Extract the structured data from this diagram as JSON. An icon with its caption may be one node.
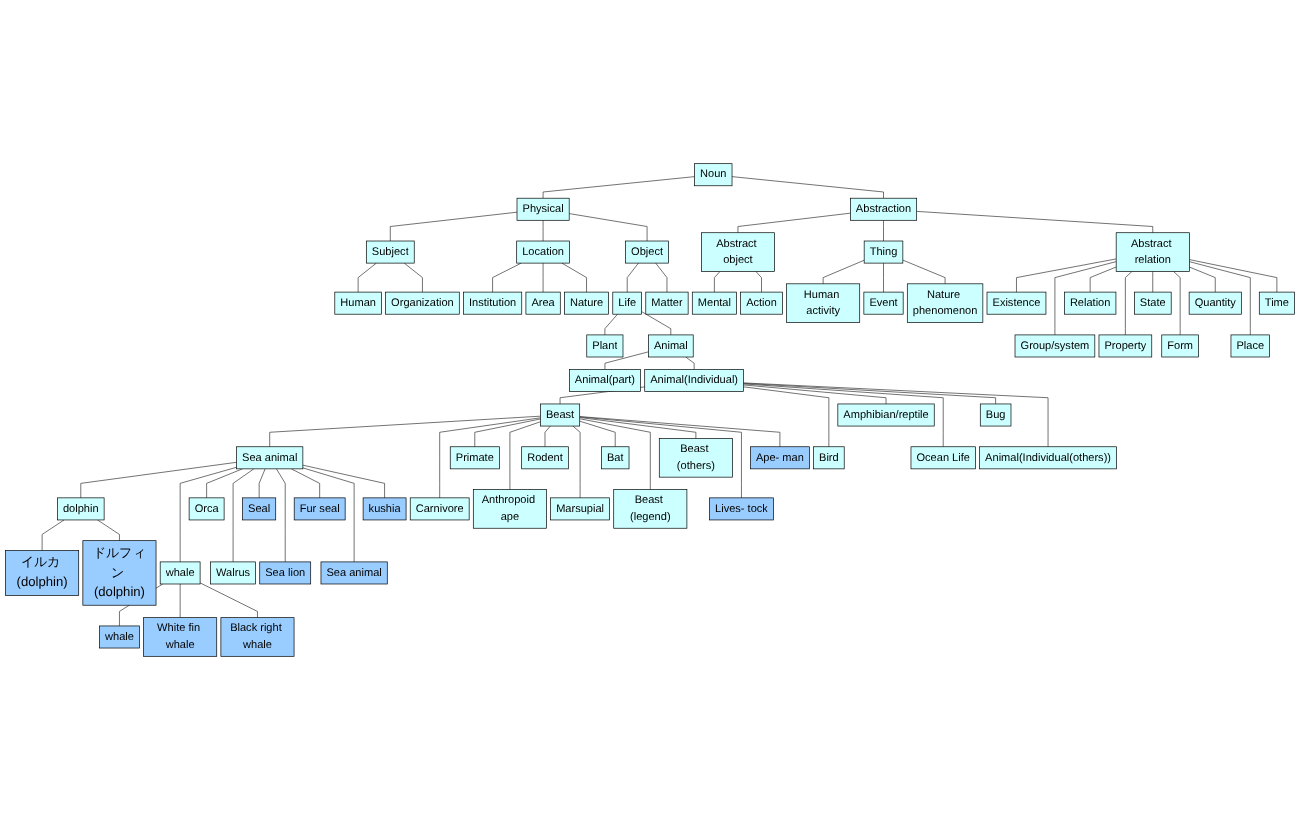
{
  "diagram": {
    "nodes": [
      {
        "text": [
          "Noun"
        ]
      },
      {
        "text": [
          "Physical"
        ]
      },
      {
        "text": [
          "Abstraction"
        ]
      },
      {
        "text": [
          "Subject"
        ]
      },
      {
        "text": [
          "Location"
        ]
      },
      {
        "text": [
          "Object"
        ]
      },
      {
        "text": [
          "Abstract object"
        ]
      },
      {
        "text": [
          "Thing"
        ]
      },
      {
        "text": [
          "Abstract relation"
        ]
      },
      {
        "text": [
          "Human"
        ]
      },
      {
        "text": [
          "Organization"
        ]
      },
      {
        "text": [
          "Institution"
        ]
      },
      {
        "text": [
          "Area"
        ]
      },
      {
        "text": [
          "Nature"
        ]
      },
      {
        "text": [
          "Life"
        ]
      },
      {
        "text": [
          "Matter"
        ]
      },
      {
        "text": [
          "Mental"
        ]
      },
      {
        "text": [
          "Action"
        ]
      },
      {
        "text": [
          "Human activity"
        ]
      },
      {
        "text": [
          "Event"
        ]
      },
      {
        "text": [
          "Nature phenomenon"
        ]
      },
      {
        "text": [
          "Existence"
        ]
      },
      {
        "text": [
          "Group/system"
        ]
      },
      {
        "text": [
          "Relation"
        ]
      },
      {
        "text": [
          "Property"
        ]
      },
      {
        "text": [
          "State"
        ]
      },
      {
        "text": [
          "Form"
        ]
      },
      {
        "text": [
          "Quantity"
        ]
      },
      {
        "text": [
          "Place"
        ]
      },
      {
        "text": [
          "Time"
        ]
      },
      {
        "text": [
          "Plant"
        ]
      },
      {
        "text": [
          "Animal"
        ]
      },
      {
        "text": [
          "Animal(part)"
        ]
      },
      {
        "text": [
          "Animal(Individual)"
        ]
      },
      {
        "text": [
          "Beast"
        ]
      },
      {
        "text": [
          "Bird"
        ]
      },
      {
        "text": [
          "Amphibian/reptile"
        ]
      },
      {
        "text": [
          "Ocean Life"
        ]
      },
      {
        "text": [
          "Bug"
        ]
      },
      {
        "text": [
          "Animal(Individual(others))"
        ]
      },
      {
        "text": [
          "Sea animal"
        ]
      },
      {
        "text": [
          "Carnivore"
        ]
      },
      {
        "text": [
          "Primate"
        ]
      },
      {
        "text": [
          "Anthropoid ape"
        ]
      },
      {
        "text": [
          "Rodent"
        ]
      },
      {
        "text": [
          "Marsupial"
        ]
      },
      {
        "text": [
          "Bat"
        ]
      },
      {
        "text": [
          "Beast (legend)"
        ]
      },
      {
        "text": [
          "Beast (others)"
        ]
      },
      {
        "text": [
          "Lives- tock"
        ]
      },
      {
        "text": [
          "Ape- man"
        ]
      },
      {
        "text": [
          "dolphin"
        ]
      },
      {
        "text": [
          "whale"
        ]
      },
      {
        "text": [
          "Orca"
        ]
      },
      {
        "text": [
          "Walrus"
        ]
      },
      {
        "text": [
          "Seal"
        ]
      },
      {
        "text": [
          "Sea lion"
        ]
      },
      {
        "text": [
          "Fur seal"
        ]
      },
      {
        "text": [
          "Sea animal"
        ]
      },
      {
        "text": [
          "kushia"
        ]
      },
      {
        "text": [
          "イルカ (dolphin)"
        ]
      },
      {
        "text": [
          "ドルフィン (dolphin)"
        ]
      },
      {
        "text": [
          "whale"
        ]
      },
      {
        "text": [
          "White fin whale"
        ]
      },
      {
        "text": [
          "Black right whale"
        ]
      }
    ],
    "edges": [
      {
        "from": 0,
        "to": 1,
        "arrow": "none"
      },
      {
        "from": 0,
        "to": 2,
        "arrow": "none"
      },
      {
        "from": 1,
        "to": 3,
        "arrow": "none"
      },
      {
        "from": 1,
        "to": 4,
        "arrow": "none"
      },
      {
        "from": 1,
        "to": 5,
        "arrow": "none"
      },
      {
        "from": 2,
        "to": 6,
        "arrow": "none"
      },
      {
        "from": 2,
        "to": 7,
        "arrow": "none"
      },
      {
        "from": 2,
        "to": 8,
        "arrow": "none"
      },
      {
        "from": 3,
        "to": 9,
        "arrow": "none"
      },
      {
        "from": 3,
        "to": 10,
        "arrow": "none"
      },
      {
        "from": 4,
        "to": 11,
        "arrow": "none"
      },
      {
        "from": 4,
        "to": 12,
        "arrow": "none"
      },
      {
        "from": 4,
        "to": 13,
        "arrow": "none"
      },
      {
        "from": 5,
        "to": 14,
        "arrow": "none"
      },
      {
        "from": 5,
        "to": 15,
        "arrow": "none"
      },
      {
        "from": 6,
        "to": 16,
        "arrow": "none"
      },
      {
        "from": 6,
        "to": 17,
        "arrow": "none"
      },
      {
        "from": 7,
        "to": 18,
        "arrow": "none"
      },
      {
        "from": 7,
        "to": 19,
        "arrow": "none"
      },
      {
        "from": 7,
        "to": 20,
        "arrow": "none"
      },
      {
        "from": 8,
        "to": 21,
        "arrow": "none"
      },
      {
        "from": 8,
        "to": 22,
        "arrow": "none"
      },
      {
        "from": 8,
        "to": 23,
        "arrow": "none"
      },
      {
        "from": 8,
        "to": 24,
        "arrow": "none"
      },
      {
        "from": 8,
        "to": 25,
        "arrow": "none"
      },
      {
        "from": 8,
        "to": 26,
        "arrow": "none"
      },
      {
        "from": 8,
        "to": 27,
        "arrow": "none"
      },
      {
        "from": 8,
        "to": 28,
        "arrow": "none"
      },
      {
        "from": 8,
        "to": 29,
        "arrow": "none"
      },
      {
        "from": 14,
        "to": 30,
        "arrow": "none"
      },
      {
        "from": 14,
        "to": 31,
        "arrow": "none"
      },
      {
        "from": 31,
        "to": 32,
        "arrow": "none"
      },
      {
        "from": 31,
        "to": 33,
        "arrow": "none"
      },
      {
        "from": 33,
        "to": 34,
        "arrow": "none"
      },
      {
        "from": 33,
        "to": 35,
        "arrow": "none"
      },
      {
        "from": 33,
        "to": 36,
        "arrow": "none"
      },
      {
        "from": 33,
        "to": 37,
        "arrow": "none"
      },
      {
        "from": 33,
        "to": 38,
        "arrow": "none"
      },
      {
        "from": 33,
        "to": 39,
        "arrow": "none"
      },
      {
        "from": 34,
        "to": 40,
        "arrow": "none"
      },
      {
        "from": 34,
        "to": 41,
        "arrow": "none"
      },
      {
        "from": 34,
        "to": 42,
        "arrow": "none"
      },
      {
        "from": 34,
        "to": 43,
        "arrow": "none"
      },
      {
        "from": 34,
        "to": 44,
        "arrow": "none"
      },
      {
        "from": 34,
        "to": 45,
        "arrow": "none"
      },
      {
        "from": 34,
        "to": 46,
        "arrow": "none"
      },
      {
        "from": 34,
        "to": 47,
        "arrow": "none"
      },
      {
        "from": 34,
        "to": 48,
        "arrow": "none"
      },
      {
        "from": 34,
        "to": 49,
        "arrow": "none"
      },
      {
        "from": 34,
        "to": 50,
        "arrow": "none"
      },
      {
        "from": 40,
        "to": 51,
        "arrow": "none"
      },
      {
        "from": 40,
        "to": 52,
        "arrow": "none"
      },
      {
        "from": 40,
        "to": 53,
        "arrow": "none"
      },
      {
        "from": 40,
        "to": 54,
        "arrow": "none"
      },
      {
        "from": 40,
        "to": 55,
        "arrow": "none"
      },
      {
        "from": 40,
        "to": 56,
        "arrow": "none"
      },
      {
        "from": 40,
        "to": 57,
        "arrow": "none"
      },
      {
        "from": 40,
        "to": 58,
        "arrow": "none"
      },
      {
        "from": 40,
        "to": 59,
        "arrow": "none"
      },
      {
        "from": 51,
        "to": 60,
        "arrow": "none"
      },
      {
        "from": 51,
        "to": 61,
        "arrow": "none"
      },
      {
        "from": 52,
        "to": 62,
        "arrow": "none"
      },
      {
        "from": 52,
        "to": 63,
        "arrow": "none"
      },
      {
        "from": 52,
        "to": 64,
        "arrow": "none"
      }
    ]
  }
}
